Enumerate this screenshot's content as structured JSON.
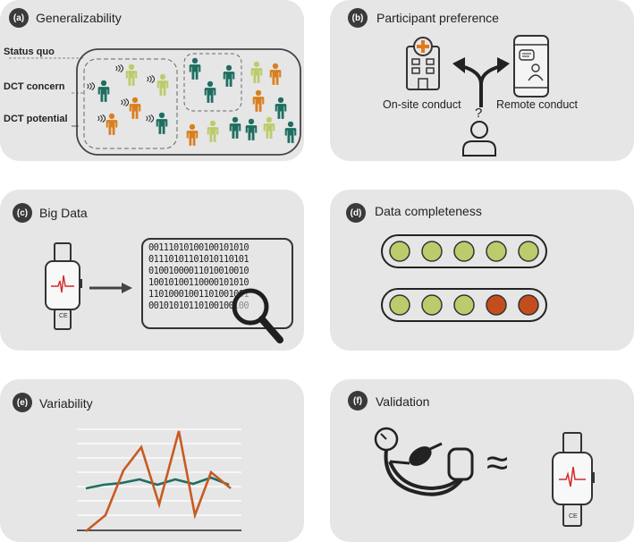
{
  "panels": {
    "a": {
      "letter": "(a)",
      "title": "Generalizability",
      "labels": {
        "status_quo": "Status quo",
        "dct_concern": "DCT concern",
        "dct_potential": "DCT potential"
      }
    },
    "b": {
      "letter": "(b)",
      "title": "Participant preference",
      "on_site": "On-site conduct",
      "remote": "Remote conduct",
      "question": "?"
    },
    "c": {
      "letter": "(c)",
      "title": "Big Data",
      "binary_rows": [
        "00111010100100101010",
        "01110101101010110101",
        "01001000011010010010",
        "10010100110000101010",
        "11010001001101001001",
        "00101010110100100100"
      ],
      "device_mark": "CE"
    },
    "d": {
      "letter": "(d)",
      "title": "Data completeness",
      "rows": [
        [
          "complete",
          "complete",
          "complete",
          "complete",
          "complete"
        ],
        [
          "complete",
          "complete",
          "complete",
          "missing",
          "missing"
        ]
      ]
    },
    "e": {
      "letter": "(e)",
      "title": "Variability"
    },
    "f": {
      "letter": "(f)",
      "title": "Validation",
      "device_mark": "CE",
      "approx": "≈"
    }
  },
  "colors": {
    "panel": "#e6e6e6",
    "teal": "#1e6e60",
    "lime": "#bccc6c",
    "orange": "#d97f20",
    "rust": "#c44d1e",
    "dark": "#333333",
    "ecg": "#d6282b"
  }
}
